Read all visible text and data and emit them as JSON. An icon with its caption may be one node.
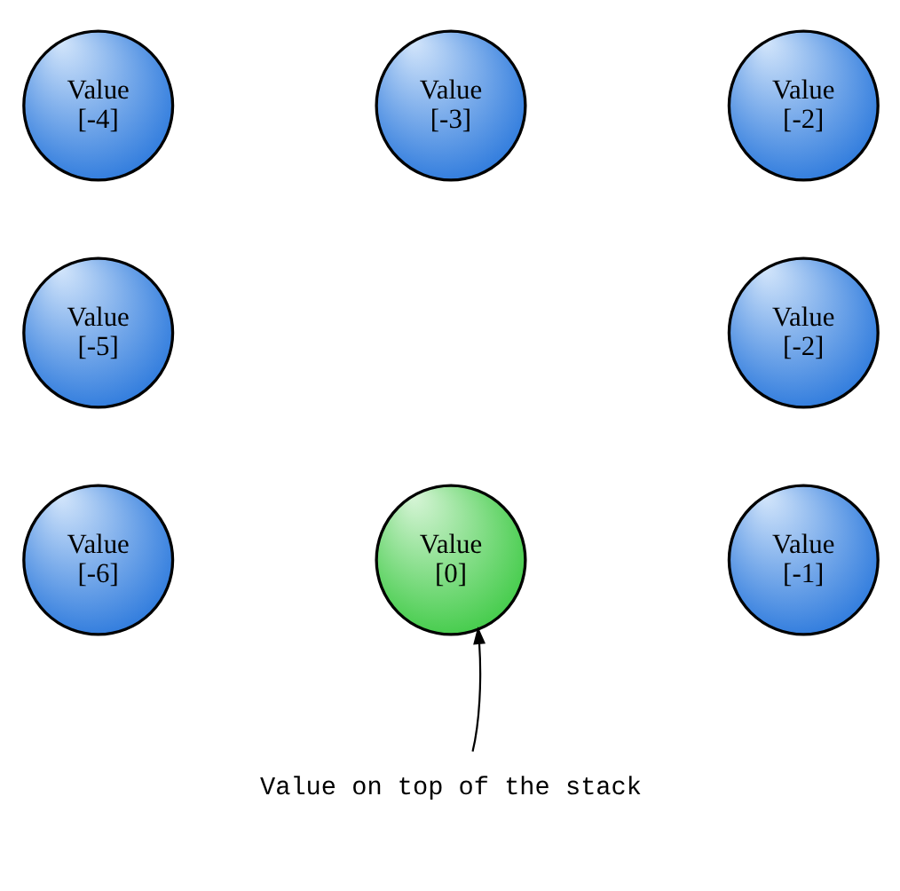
{
  "diagram": {
    "nodes": [
      {
        "text": [
          "Value",
          "[-4]"
        ]
      },
      {
        "text": [
          "Value",
          "[-3]"
        ]
      },
      {
        "text": [
          "Value",
          "[-2]"
        ]
      },
      {
        "text": [
          "Value",
          "[-5]"
        ]
      },
      {
        "text": [
          "Value",
          "[-2]"
        ]
      },
      {
        "text": [
          "Value",
          "[-6]"
        ]
      },
      {
        "text": [
          "Value",
          "[0]"
        ]
      },
      {
        "text": [
          "Value",
          "[-1]"
        ]
      },
      {
        "text": [
          "Value on top of the stack"
        ]
      }
    ],
    "edges": [
      {
        "from": 8,
        "to": 6,
        "arrow": "to"
      }
    ]
  }
}
